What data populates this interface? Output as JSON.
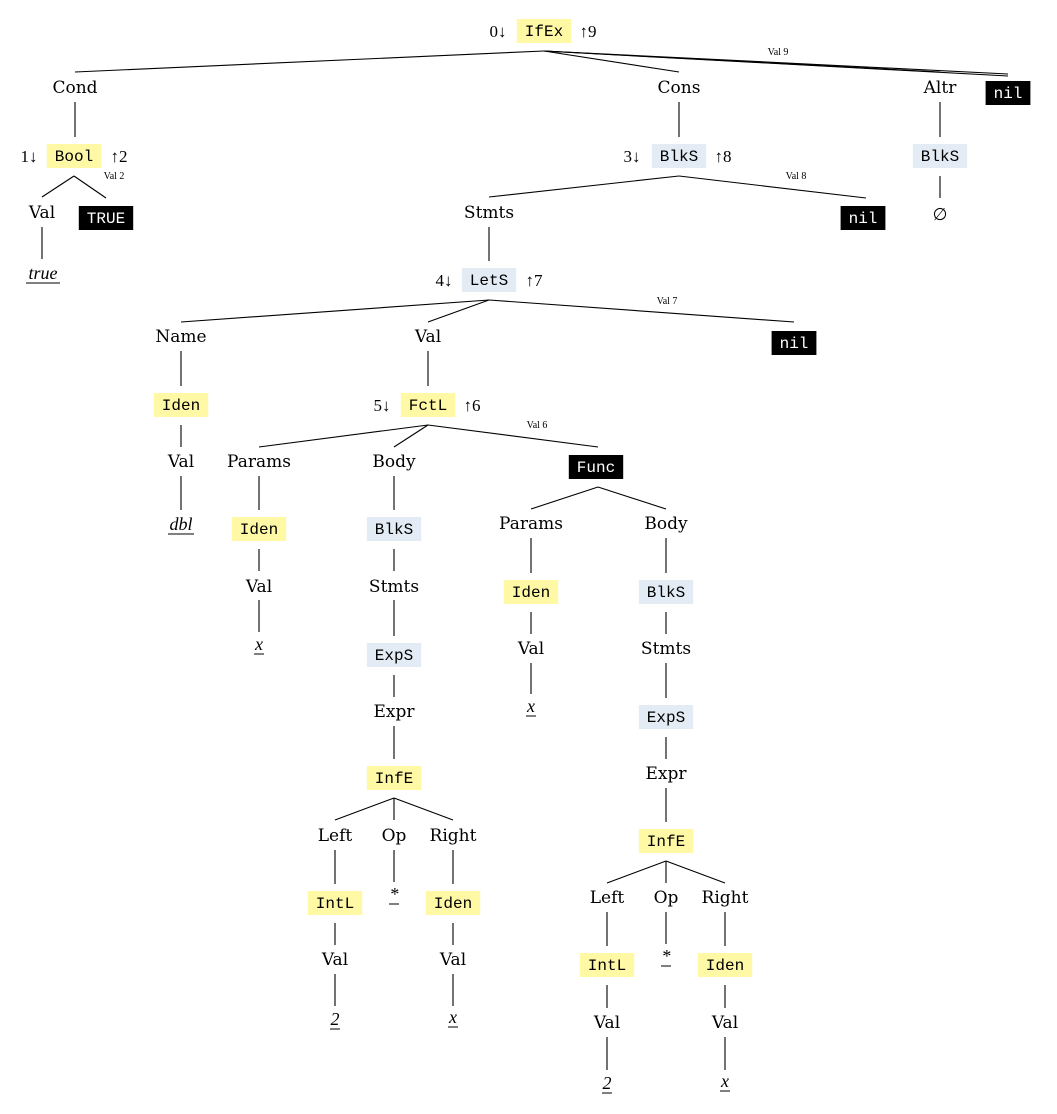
{
  "colors": {
    "yellow": "#fff9a6",
    "blue": "#e3ebf4",
    "black": "#000000",
    "white": "#ffffff"
  },
  "ann": {
    "a0": "0↓",
    "a9": "↑9",
    "a1": "1↓",
    "a2": "↑2",
    "a3": "3↓",
    "a8": "↑8",
    "a4": "4↓",
    "a7": "↑7",
    "a5": "5↓",
    "a6": "↑6"
  },
  "val_tags": {
    "v9": "Val 9",
    "v2": "Val 2",
    "v8": "Val 8",
    "v7": "Val 7",
    "v6": "Val 6"
  },
  "nodes": [
    {
      "id": "ifex",
      "text": "IfEx",
      "kind": "yellow"
    },
    {
      "id": "cond",
      "text": "Cond",
      "kind": "label"
    },
    {
      "id": "cons",
      "text": "Cons",
      "kind": "label"
    },
    {
      "id": "altr",
      "text": "Altr",
      "kind": "label"
    },
    {
      "id": "nil9",
      "text": "nil",
      "kind": "black"
    },
    {
      "id": "bool",
      "text": "Bool",
      "kind": "yellow"
    },
    {
      "id": "bval",
      "text": "Val",
      "kind": "label"
    },
    {
      "id": "btrue",
      "text": "TRUE",
      "kind": "black"
    },
    {
      "id": "btruelit",
      "text": "true",
      "kind": "leaf"
    },
    {
      "id": "blks1",
      "text": "BlkS",
      "kind": "blue"
    },
    {
      "id": "stmts1",
      "text": "Stmts",
      "kind": "label"
    },
    {
      "id": "nil8",
      "text": "nil",
      "kind": "black"
    },
    {
      "id": "altblk",
      "text": "BlkS",
      "kind": "blue"
    },
    {
      "id": "empty",
      "text": "∅",
      "kind": "plain"
    },
    {
      "id": "lets",
      "text": "LetS",
      "kind": "blue"
    },
    {
      "id": "name",
      "text": "Name",
      "kind": "label"
    },
    {
      "id": "lval",
      "text": "Val",
      "kind": "label"
    },
    {
      "id": "nil7",
      "text": "nil",
      "kind": "black"
    },
    {
      "id": "iden1",
      "text": "Iden",
      "kind": "yellow"
    },
    {
      "id": "ival1",
      "text": "Val",
      "kind": "label"
    },
    {
      "id": "dbl",
      "text": "dbl",
      "kind": "leaf"
    },
    {
      "id": "fctl",
      "text": "FctL",
      "kind": "yellow"
    },
    {
      "id": "params1",
      "text": "Params",
      "kind": "label"
    },
    {
      "id": "body1",
      "text": "Body",
      "kind": "label"
    },
    {
      "id": "func",
      "text": "Func",
      "kind": "black"
    },
    {
      "id": "iden2",
      "text": "Iden",
      "kind": "yellow"
    },
    {
      "id": "pval2",
      "text": "Val",
      "kind": "label"
    },
    {
      "id": "x1",
      "text": "x",
      "kind": "leaf"
    },
    {
      "id": "blks2",
      "text": "BlkS",
      "kind": "blue"
    },
    {
      "id": "stmts2",
      "text": "Stmts",
      "kind": "label"
    },
    {
      "id": "exps1",
      "text": "ExpS",
      "kind": "blue"
    },
    {
      "id": "expr1",
      "text": "Expr",
      "kind": "label"
    },
    {
      "id": "infe1",
      "text": "InfE",
      "kind": "yellow"
    },
    {
      "id": "left1",
      "text": "Left",
      "kind": "label"
    },
    {
      "id": "op1",
      "text": "Op",
      "kind": "label"
    },
    {
      "id": "right1",
      "text": "Right",
      "kind": "label"
    },
    {
      "id": "intl1",
      "text": "IntL",
      "kind": "yellow"
    },
    {
      "id": "star1",
      "text": "*",
      "kind": "leaf"
    },
    {
      "id": "iden3",
      "text": "Iden",
      "kind": "yellow"
    },
    {
      "id": "val_i1",
      "text": "Val",
      "kind": "label"
    },
    {
      "id": "val_r1",
      "text": "Val",
      "kind": "label"
    },
    {
      "id": "two1",
      "text": "2",
      "kind": "leaf"
    },
    {
      "id": "x2",
      "text": "x",
      "kind": "leaf"
    },
    {
      "id": "params2",
      "text": "Params",
      "kind": "label"
    },
    {
      "id": "body2",
      "text": "Body",
      "kind": "label"
    },
    {
      "id": "iden4",
      "text": "Iden",
      "kind": "yellow"
    },
    {
      "id": "pval4",
      "text": "Val",
      "kind": "label"
    },
    {
      "id": "x3",
      "text": "x",
      "kind": "leaf"
    },
    {
      "id": "blks3",
      "text": "BlkS",
      "kind": "blue"
    },
    {
      "id": "stmts3",
      "text": "Stmts",
      "kind": "label"
    },
    {
      "id": "exps2",
      "text": "ExpS",
      "kind": "blue"
    },
    {
      "id": "expr2",
      "text": "Expr",
      "kind": "label"
    },
    {
      "id": "infe2",
      "text": "InfE",
      "kind": "yellow"
    },
    {
      "id": "left2",
      "text": "Left",
      "kind": "label"
    },
    {
      "id": "op2",
      "text": "Op",
      "kind": "label"
    },
    {
      "id": "right2",
      "text": "Right",
      "kind": "label"
    },
    {
      "id": "intl2",
      "text": "IntL",
      "kind": "yellow"
    },
    {
      "id": "star2",
      "text": "*",
      "kind": "leaf"
    },
    {
      "id": "iden5",
      "text": "Iden",
      "kind": "yellow"
    },
    {
      "id": "val_i2",
      "text": "Val",
      "kind": "label"
    },
    {
      "id": "val_r2",
      "text": "Val",
      "kind": "label"
    },
    {
      "id": "two2",
      "text": "2",
      "kind": "leaf"
    },
    {
      "id": "x4",
      "text": "x",
      "kind": "leaf"
    }
  ]
}
